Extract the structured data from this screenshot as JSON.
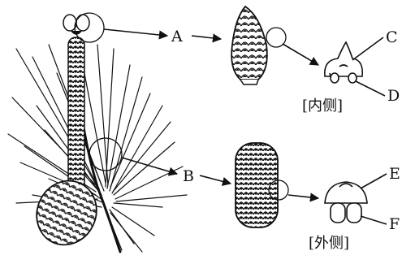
{
  "labels": {
    "a": "A",
    "b": "B",
    "c": "C",
    "d": "D",
    "e": "E",
    "f": "F"
  },
  "captions": {
    "inner": "[内侧]",
    "outer": "[外侧]"
  }
}
